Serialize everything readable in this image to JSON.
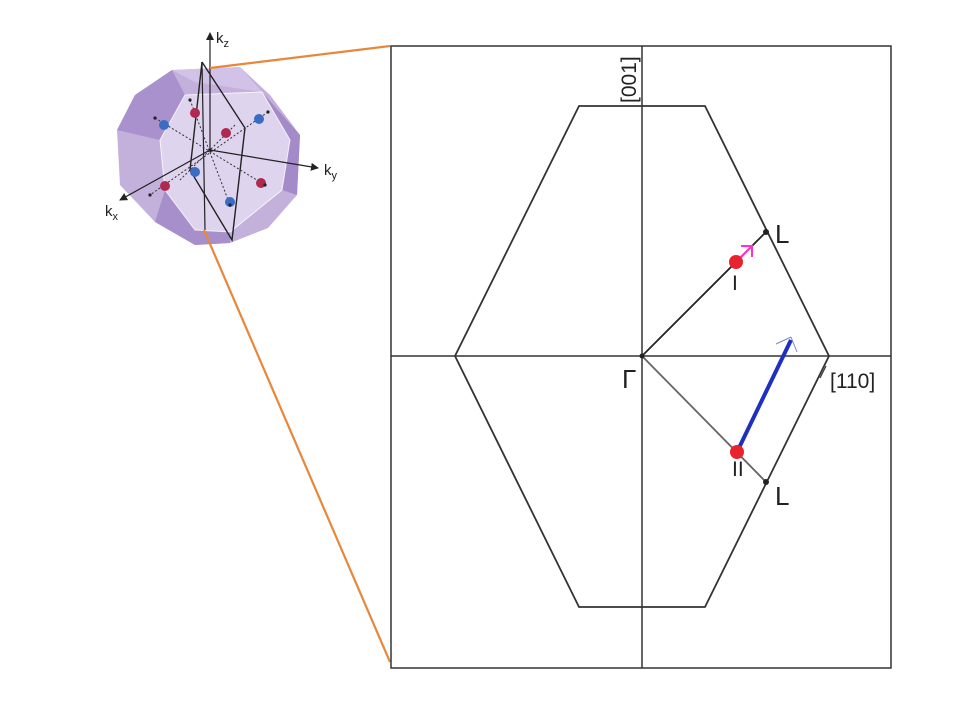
{
  "inset": {
    "axis_kz": "k",
    "axis_kz_sub": "z",
    "axis_ky": "k",
    "axis_ky_sub": "y",
    "axis_kx": "k",
    "axis_kx_sub": "x"
  },
  "plot": {
    "axis_vertical_label": "[001]",
    "axis_horizontal_label": "[110]",
    "gamma_label": "Γ",
    "l_upper_label": "L",
    "l_lower_label": "L",
    "point_i_label": "I",
    "point_ii_label": "II"
  },
  "colors": {
    "bz_fill": "#b9a3d6",
    "connector": "#e8873a",
    "red_point": "#e8232e",
    "magenta_arrow": "#ff33cc",
    "blue_arrow": "#1f2fbf",
    "inset_red_dot": "#b0294f",
    "inset_blue_dot": "#3a6cc4"
  }
}
